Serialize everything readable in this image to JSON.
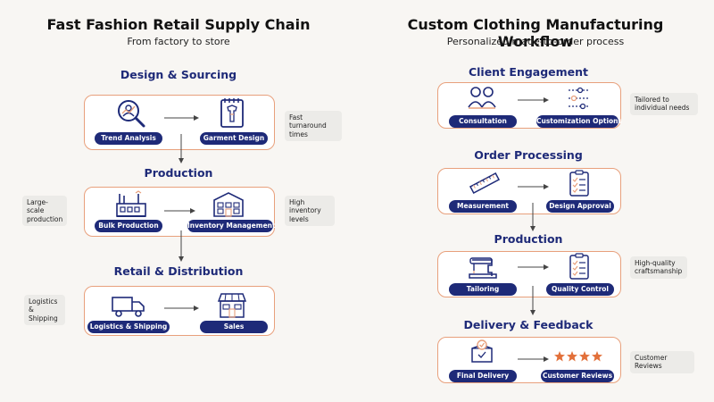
{
  "left": {
    "title": "Fast Fashion Retail Supply Chain",
    "subtitle": "From factory to store",
    "sections": {
      "design": "Design & Sourcing",
      "production": "Production",
      "retail": "Retail & Distribution"
    },
    "nodes": {
      "trend_analysis": "Trend Analysis",
      "garment_design": "Garment Design",
      "bulk_production": "Bulk Production",
      "inventory_management": "Inventory Management",
      "logistics_shipping": "Logistics & Shipping",
      "sales": "Sales"
    },
    "notes": {
      "fast_turnaround": "Fast turnaround times",
      "large_scale": "Large-scale production",
      "high_inventory": "High inventory levels",
      "logistics": "Logistics & Shipping"
    }
  },
  "right": {
    "title": "Custom Clothing Manufacturing Workflow",
    "subtitle": "Personalized made-to-order process",
    "sections": {
      "client": "Client Engagement",
      "order": "Order Processing",
      "production": "Production",
      "delivery": "Delivery & Feedback"
    },
    "nodes": {
      "consultation": "Consultation",
      "customization": "Customization Options",
      "measurement": "Measurement",
      "design_approval": "Design Approval",
      "tailoring": "Tailoring",
      "quality_control": "Quality Control",
      "final_delivery": "Final Delivery",
      "customer_reviews": "Customer Reviews"
    },
    "notes": {
      "tailored": "Tailored to individual needs",
      "high_quality": "High-quality craftsmanship",
      "customer_reviews": "Customer Reviews"
    }
  },
  "colors": {
    "navy": "#1e2a78",
    "accent": "#e8a07c",
    "star": "#e2703a",
    "background": "#f8f6f3"
  },
  "icons": [
    "magnifier-chart-icon",
    "notebook-design-icon",
    "factory-icon",
    "warehouse-icon",
    "truck-icon",
    "store-icon",
    "people-consult-icon",
    "sliders-icon",
    "ruler-icon",
    "checklist-icon",
    "sewing-machine-icon",
    "box-check-icon",
    "star-icon"
  ]
}
